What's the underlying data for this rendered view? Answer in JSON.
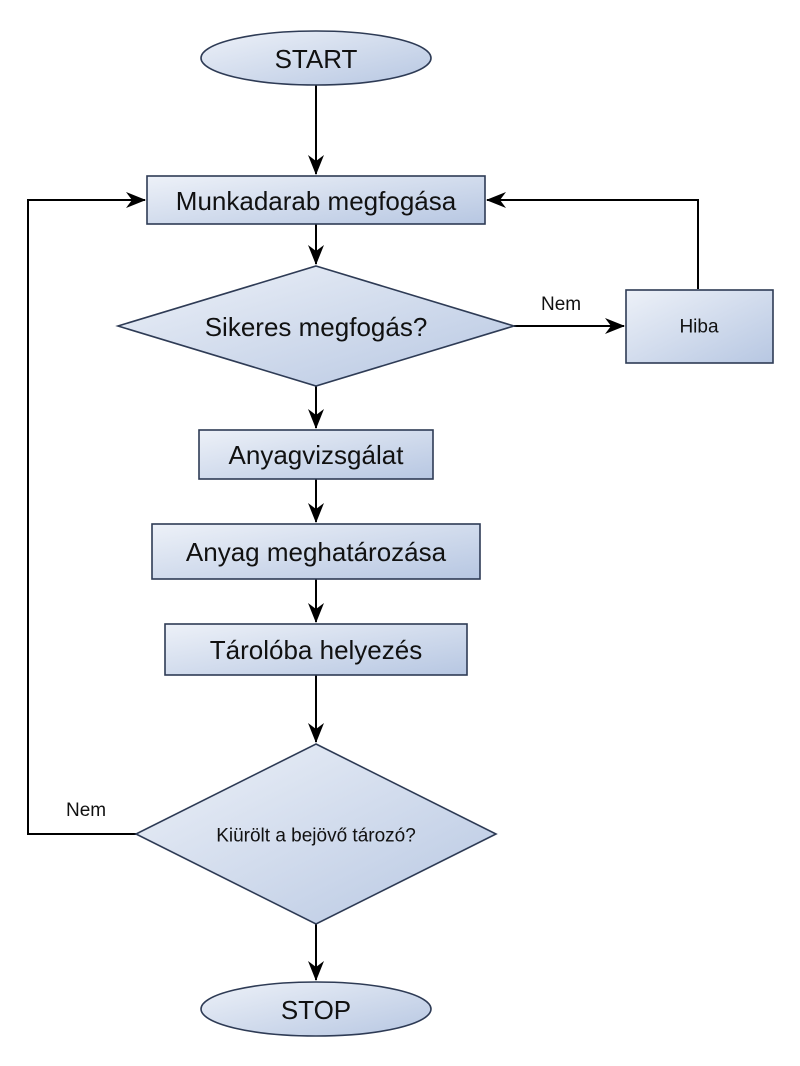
{
  "diagram": {
    "colors": {
      "fill_light": "#edf1f8",
      "fill_dark": "#b7c7e2",
      "stroke": "#2e3b55",
      "line": "#000000"
    },
    "nodes": {
      "start": "START",
      "grab": "Munkadarab megfogása",
      "grab_ok": "Sikeres megfogás?",
      "error": "Hiba",
      "material_test": "Anyagvizsgálat",
      "material_identify": "Anyag meghatározása",
      "store": "Tárolóba helyezés",
      "empty_check": "Kiürölt a bejövő tározó?",
      "stop": "STOP"
    },
    "edge_labels": {
      "grab_no": "Nem",
      "empty_no": "Nem"
    }
  }
}
